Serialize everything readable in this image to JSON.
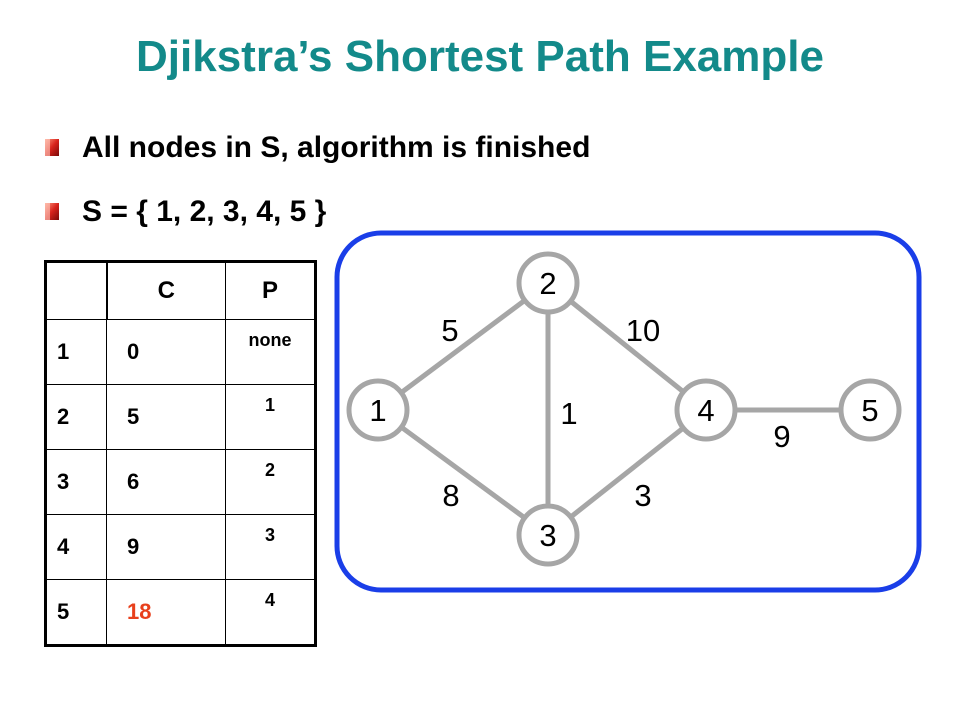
{
  "title": "Djikstra’s Shortest Path Example",
  "bullets": [
    "All nodes in S, algorithm is finished",
    "S = { 1, 2, 3, 4, 5 }"
  ],
  "table": {
    "headers": [
      "",
      "C",
      "P"
    ],
    "rows": [
      {
        "node": "1",
        "cost": "0",
        "prev": "none"
      },
      {
        "node": "2",
        "cost": "5",
        "prev": "1"
      },
      {
        "node": "3",
        "cost": "6",
        "prev": "2"
      },
      {
        "node": "4",
        "cost": "9",
        "prev": "3"
      },
      {
        "node": "5",
        "cost": "18",
        "prev": "4"
      }
    ]
  },
  "graph": {
    "nodes": [
      {
        "id": "1",
        "label": "1"
      },
      {
        "id": "2",
        "label": "2"
      },
      {
        "id": "3",
        "label": "3"
      },
      {
        "id": "4",
        "label": "4"
      },
      {
        "id": "5",
        "label": "5"
      }
    ],
    "edges": [
      {
        "from": "1",
        "to": "2",
        "weight": "5"
      },
      {
        "from": "2",
        "to": "4",
        "weight": "10"
      },
      {
        "from": "2",
        "to": "3",
        "weight": "1"
      },
      {
        "from": "1",
        "to": "3",
        "weight": "8"
      },
      {
        "from": "3",
        "to": "4",
        "weight": "3"
      },
      {
        "from": "4",
        "to": "5",
        "weight": "9"
      }
    ]
  },
  "colors": {
    "title": "#138a8a",
    "frame": "#1a3ee8",
    "graph_gray": "#a6a6a6",
    "highlight": "#e8401c",
    "bullet_mark": "#d8231c"
  }
}
